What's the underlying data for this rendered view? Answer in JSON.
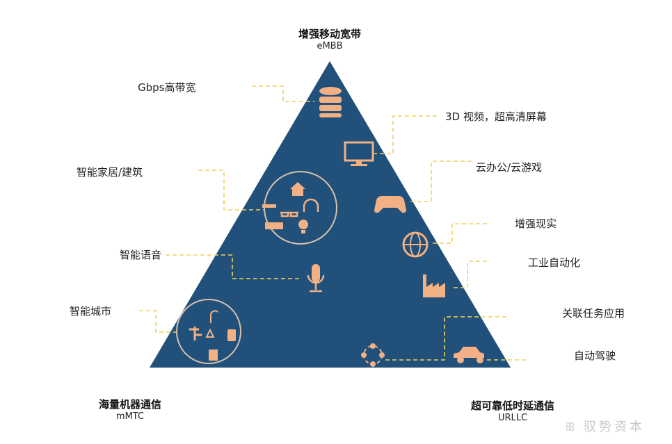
{
  "colors": {
    "triangle": "#21507a",
    "icon": "#f2b184",
    "connector": "#efd35a"
  },
  "top": {
    "title": "增强移动宽带",
    "subtitle": "eMBB"
  },
  "bottom_left": {
    "title": "海量机器通信",
    "subtitle": "mMTC"
  },
  "bottom_right": {
    "title": "超可靠低时延通信",
    "subtitle": "URLLC"
  },
  "labels": {
    "gbps": "Gbps高带宽",
    "video": "3D 视频，超高清屏幕",
    "smart_home": "智能家居/建筑",
    "cloud": "云办公/云游戏",
    "ar": "增强现实",
    "voice": "智能语音",
    "industry": "工业自动化",
    "smart_city": "智能城市",
    "mission": "关联任务应用",
    "autodrive": "自动驾驶"
  },
  "watermark": {
    "icon": "wechat-icon",
    "text": "驭势资本"
  }
}
